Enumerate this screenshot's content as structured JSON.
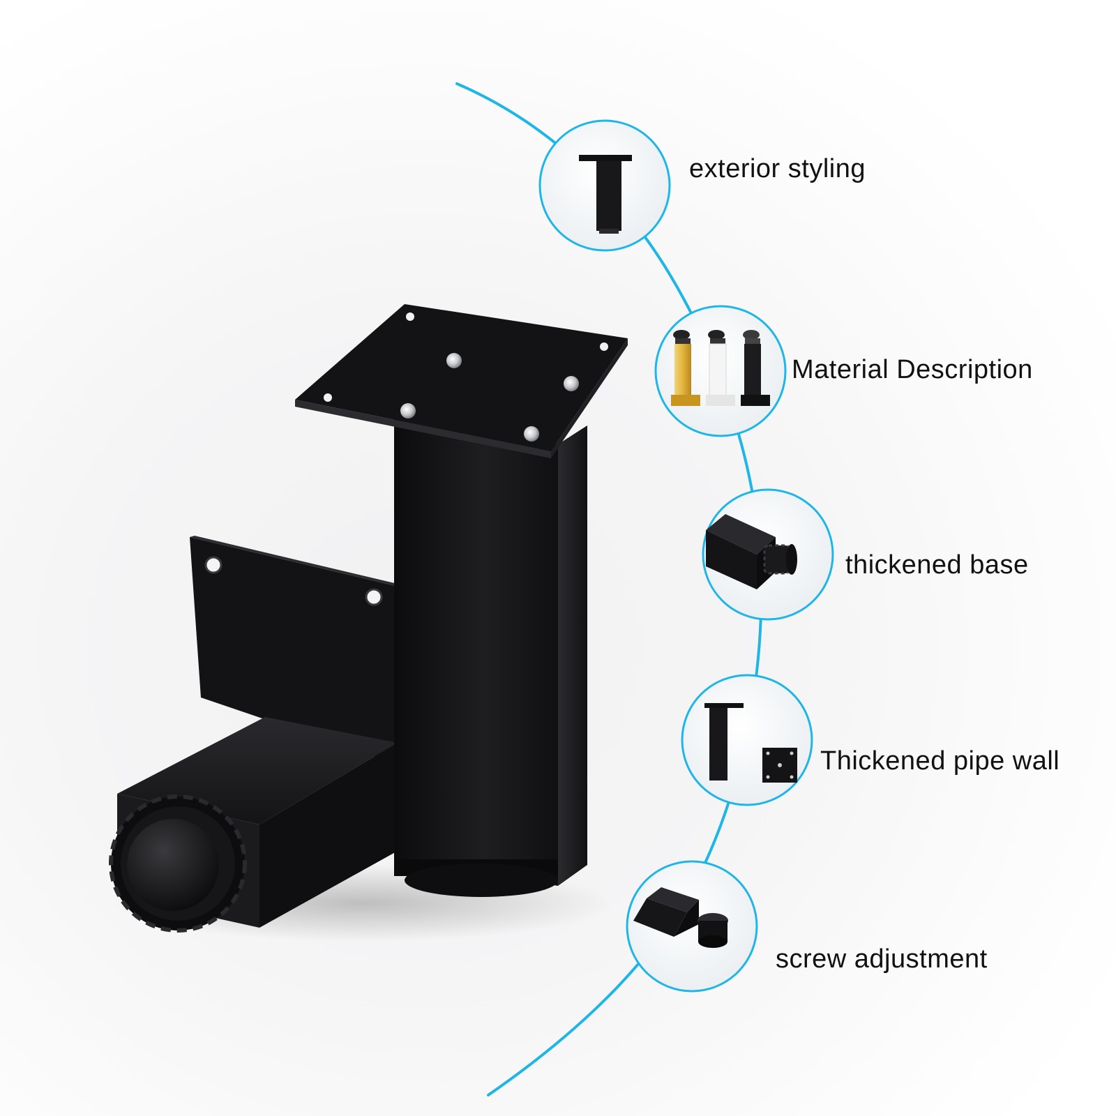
{
  "features": [
    {
      "label": "exterior styling",
      "icon": "single-leg-icon"
    },
    {
      "label": "Material Description",
      "icon": "color-options-icon"
    },
    {
      "label": "thickened base",
      "icon": "leveler-base-icon"
    },
    {
      "label": "Thickened pipe wall",
      "icon": "leg-and-plate-icon"
    },
    {
      "label": "screw adjustment",
      "icon": "screw-foot-icon"
    }
  ],
  "colors": {
    "accent": "#1fb6e6",
    "metal": "#141416",
    "gold": "#e3b43b",
    "white": "#f3f3f3"
  },
  "finish_options": [
    "gold",
    "white",
    "black"
  ]
}
